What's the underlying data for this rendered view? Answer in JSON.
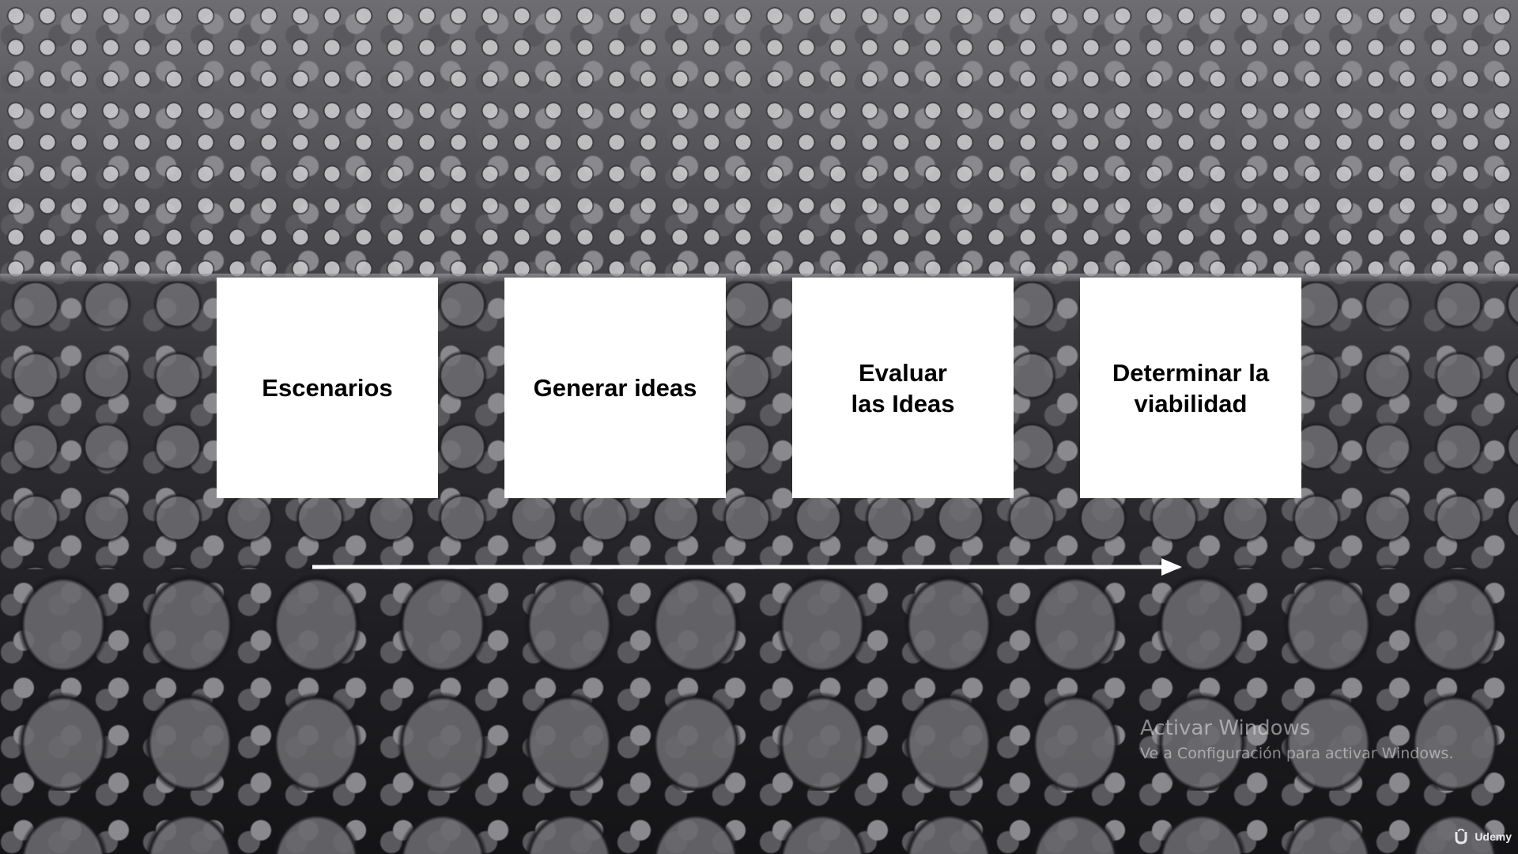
{
  "slide": {
    "cards": [
      {
        "label": "Escenarios"
      },
      {
        "label": "Generar ideas"
      },
      {
        "label": "Evaluar\nlas Ideas"
      },
      {
        "label": "Determinar la\nviabilidad"
      }
    ]
  },
  "watermark": {
    "title": "Activar Windows",
    "subtitle": "Ve a Configuración para activar Windows."
  },
  "brand": {
    "name": "Udemy",
    "icon": "udemy-logo-icon"
  },
  "colors": {
    "card_bg": "#ffffff",
    "card_text": "#000000",
    "arrow": "#ffffff"
  }
}
